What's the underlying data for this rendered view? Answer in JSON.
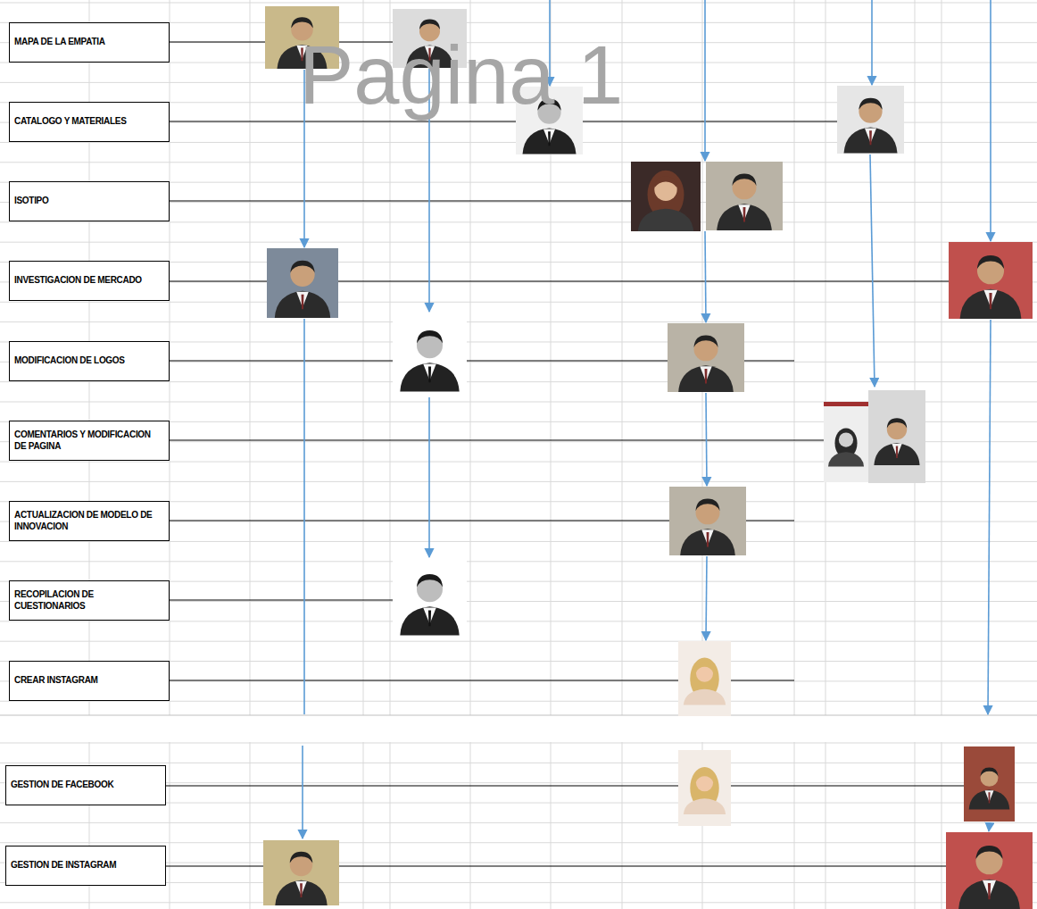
{
  "diagram": {
    "nodes": [
      {
        "text": [
          "MAPA DE LA EMPATIA"
        ]
      },
      {
        "text": [
          "CATALOGO Y MATERIALES"
        ]
      },
      {
        "text": [
          "ISOTIPO"
        ]
      },
      {
        "text": [
          "INVESTIGACION DE MERCADO"
        ]
      },
      {
        "text": [
          "MODIFICACION DE LOGOS"
        ]
      },
      {
        "text": [
          "COMENTARIOS Y MODIFICACION DE PAGINA"
        ]
      },
      {
        "text": [
          "ACTUALIZACION DE MODELO DE INNOVACION"
        ]
      },
      {
        "text": [
          "RECOPILACION DE CUESTIONARIOS"
        ]
      },
      {
        "text": [
          "CREAR INSTAGRAM"
        ]
      },
      {
        "text": [
          "GESTION DE FACEBOOK"
        ]
      },
      {
        "text": [
          "GESTION DE INSTAGRAM"
        ]
      }
    ],
    "labels": [
      "Pagina 1"
    ]
  }
}
